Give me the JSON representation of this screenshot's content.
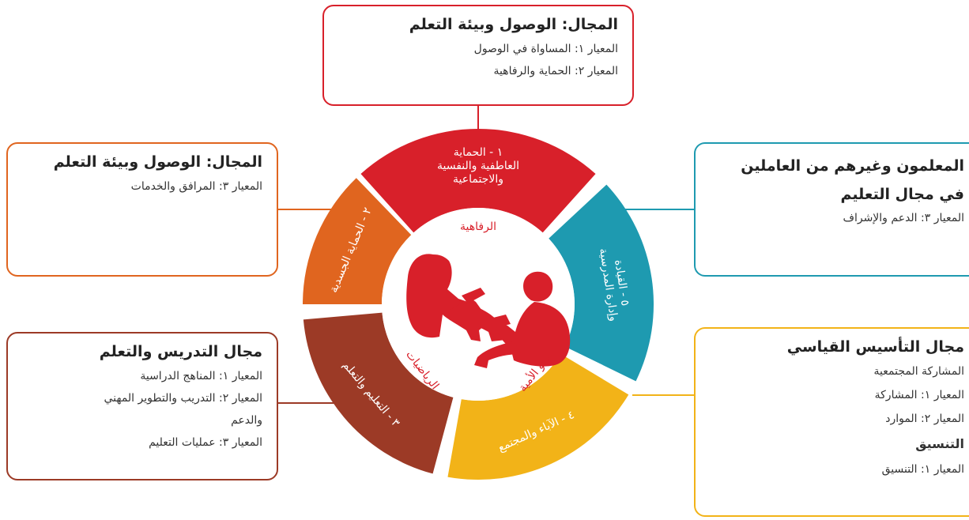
{
  "boxes": {
    "top": {
      "title": "المجال: الوصول وبيئة التعلم",
      "lines": [
        "المعيار ١: المساواة في الوصول",
        "المعيار ٢: الحماية والرفاهية"
      ]
    },
    "left_top": {
      "title": "المجال: الوصول وبيئة التعلم",
      "lines": [
        "المعيار ٣: المرافق والخدمات"
      ]
    },
    "left_bottom": {
      "title": "مجال التدريس والتعلم",
      "lines": [
        "المعيار ١: المناهج الدراسية",
        "المعيار ٢: التدريب والتطوير المهني",
        "والدعم",
        "المعيار ٣: عمليات التعليم"
      ]
    },
    "right_top": {
      "title_line1": "المعلمون وغيرهم من العاملين",
      "title_line2": "في مجال التعليم",
      "lines": [
        "المعيار ٣: الدعم والإشراف"
      ]
    },
    "right_bottom": {
      "title": "مجال التأسيس القياسي",
      "lines": [
        "المشاركة المجتمعية",
        "المعيار ١: المشاركة",
        "المعيار ٢: الموارد"
      ],
      "subheading": "التنسيق",
      "lines2": [
        "المعيار ١: التنسيق"
      ]
    }
  },
  "wheel": {
    "segments": [
      {
        "label": "١ - الحماية العاطفية والنفسية والاجتماعية",
        "lines": [
          "١ - الحماية",
          "العاطفية والنفسية",
          "والاجتماعية"
        ],
        "color": "#d8202a"
      },
      {
        "label": "٥ - القيادة وإدارة المدرسية",
        "lines": [
          "٥ - القيادة",
          "وإدارة المدرسية"
        ],
        "color": "#1e9ab0"
      },
      {
        "label": "٤ - الآباء والمجتمع",
        "lines": [
          "٤ - الآباء والمجتمع"
        ],
        "color": "#f2b318"
      },
      {
        "label": "٣ - التعليم والتعلم",
        "lines": [
          "٣ - التعليم والتعلم"
        ],
        "color": "#9c3a26"
      },
      {
        "label": "٢ - الحماية الجسدية",
        "lines": [
          "٢ - الحماية الجسدية"
        ],
        "color": "#e0651f"
      }
    ],
    "inner_labels": {
      "wellbeing": "الرفاهية",
      "literacy": "محو الأمية",
      "math": "الرياضيات"
    },
    "inner_color": "#d8202a"
  },
  "colors": {
    "red": "#d8202a",
    "orange": "#e0651f",
    "brown": "#9c3a26",
    "teal": "#1e9ab0",
    "yellow": "#f2b318"
  }
}
